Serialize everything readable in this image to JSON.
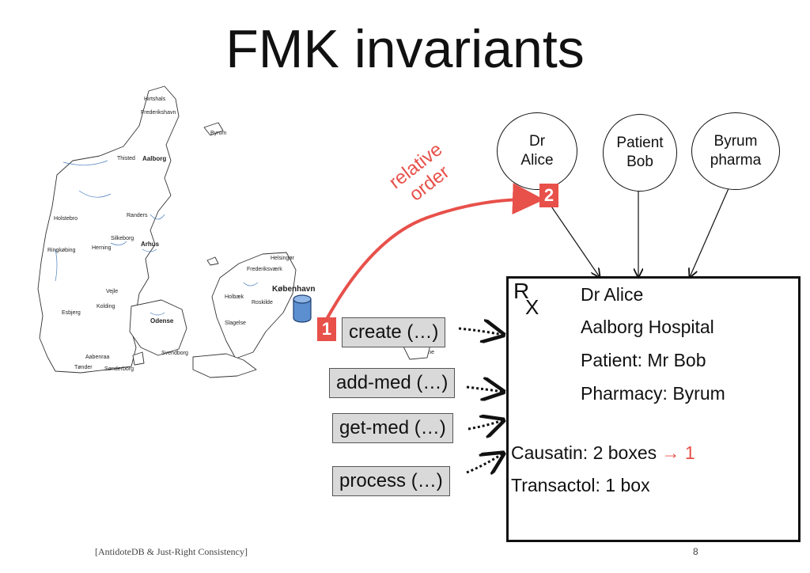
{
  "slide": {
    "title": "FMK invariants",
    "footer": "[AntidoteDB & Just-Right Consistency]",
    "page_number": "8"
  },
  "map": {
    "cities": [
      {
        "name": "Hirtshals",
        "style": "small"
      },
      {
        "name": "Frederikshavn",
        "style": "small"
      },
      {
        "name": "Byrum",
        "style": "small"
      },
      {
        "name": "Thisted",
        "style": "small"
      },
      {
        "name": "Aalborg",
        "style": "big"
      },
      {
        "name": "Holstebro",
        "style": "small"
      },
      {
        "name": "Randers",
        "style": "small"
      },
      {
        "name": "Silkeborg",
        "style": "small"
      },
      {
        "name": "Herning",
        "style": "small"
      },
      {
        "name": "Arhus",
        "style": "big"
      },
      {
        "name": "Ringkøbing",
        "style": "small"
      },
      {
        "name": "Helsingør",
        "style": "small"
      },
      {
        "name": "Frederiksværk",
        "style": "small"
      },
      {
        "name": "København",
        "style": "cph"
      },
      {
        "name": "Holbæk",
        "style": "small"
      },
      {
        "name": "Roskilde",
        "style": "small"
      },
      {
        "name": "Vejle",
        "style": "small"
      },
      {
        "name": "Kolding",
        "style": "small"
      },
      {
        "name": "Esbjerg",
        "style": "small"
      },
      {
        "name": "Odense",
        "style": "big"
      },
      {
        "name": "Slagelse",
        "style": "small"
      },
      {
        "name": "Aabenraa",
        "style": "small"
      },
      {
        "name": "Svendborg",
        "style": "small"
      },
      {
        "name": "Tønder",
        "style": "small"
      },
      {
        "name": "Sønderborg",
        "style": "small"
      },
      {
        "name": "Rønne",
        "style": "small"
      }
    ]
  },
  "actors": {
    "dr_alice": "Dr\nAlice",
    "patient_bob": "Patient\nBob",
    "byrum_pharma": "Byrum\npharma"
  },
  "operations": {
    "create": "create (…)",
    "add_med": "add-med (…)",
    "get_med": "get-med (…)",
    "process": "process (…)"
  },
  "badges": {
    "one": "1",
    "two": "2"
  },
  "relative_order": "relative\norder",
  "prescription": {
    "rx_r": "R",
    "rx_x": "X",
    "doctor": "Dr Alice",
    "hospital": "Aalborg Hospital",
    "patient": "Patient: Mr Bob",
    "pharmacy": "Pharmacy: Byrum",
    "med1_label": "Causatin: ",
    "med1_old": "2 boxes",
    "med1_arrow": " → 1",
    "med2": "Transactol: 1 box"
  },
  "colors": {
    "accent": "#e8504a",
    "op_fill": "#d9d9d9",
    "db_blue": "#5b8fd0"
  }
}
